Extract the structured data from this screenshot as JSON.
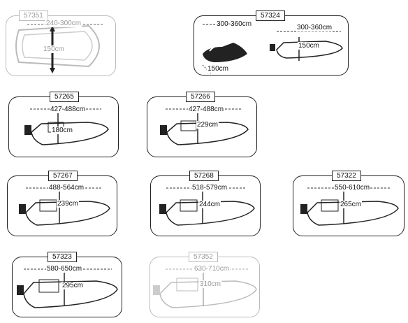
{
  "cards": [
    {
      "code": "57351",
      "length": "240-300cm",
      "beam": "150cm"
    },
    {
      "code": "57324",
      "length_left": "300-360cm",
      "beam_left": "150cm",
      "length_right": "300-360cm",
      "beam_right": "150cm"
    },
    {
      "code": "57265",
      "length": "427-488cm",
      "beam": "180cm"
    },
    {
      "code": "57266",
      "length": "427-488cm",
      "beam": "229cm"
    },
    {
      "code": "57267",
      "length": "488-564cm",
      "beam": "239cm"
    },
    {
      "code": "57268",
      "length": "518-579cm",
      "beam": "244cm"
    },
    {
      "code": "57322",
      "length": "550-610cm",
      "beam": "265cm"
    },
    {
      "code": "57323",
      "length": "580-650cm",
      "beam": "295cm"
    },
    {
      "code": "57352",
      "length": "630-710cm",
      "beam": "310cm"
    }
  ]
}
